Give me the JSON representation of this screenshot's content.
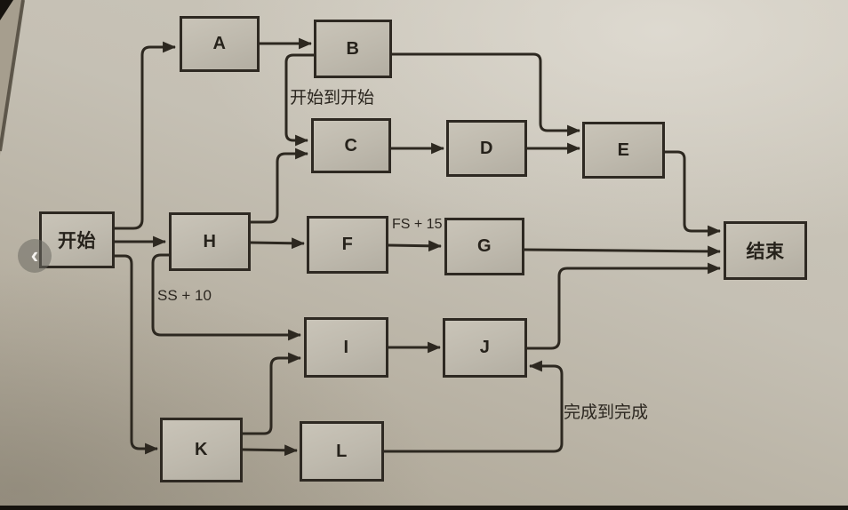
{
  "diagram": {
    "nodes": {
      "start": {
        "label": "开始"
      },
      "a": {
        "label": "A"
      },
      "b": {
        "label": "B"
      },
      "c": {
        "label": "C"
      },
      "d": {
        "label": "D"
      },
      "e": {
        "label": "E"
      },
      "f": {
        "label": "F"
      },
      "g": {
        "label": "G"
      },
      "h": {
        "label": "H"
      },
      "i": {
        "label": "I"
      },
      "j": {
        "label": "J"
      },
      "k": {
        "label": "K"
      },
      "l": {
        "label": "L"
      },
      "end": {
        "label": "结束"
      }
    },
    "edge_labels": {
      "ss_bc": "开始到开始",
      "fs_fg": "FS + 15",
      "ss_hi": "SS + 10",
      "ff_lj": "完成到完成"
    },
    "edges": [
      {
        "from": "开始",
        "to": "A",
        "type": "FS"
      },
      {
        "from": "开始",
        "to": "H",
        "type": "FS"
      },
      {
        "from": "开始",
        "to": "K",
        "type": "FS"
      },
      {
        "from": "A",
        "to": "B",
        "type": "FS"
      },
      {
        "from": "B",
        "to": "C",
        "type": "SS",
        "label": "开始到开始"
      },
      {
        "from": "B",
        "to": "E",
        "type": "FS"
      },
      {
        "from": "H",
        "to": "C",
        "type": "FS"
      },
      {
        "from": "C",
        "to": "D",
        "type": "FS"
      },
      {
        "from": "D",
        "to": "E",
        "type": "FS"
      },
      {
        "from": "H",
        "to": "F",
        "type": "FS"
      },
      {
        "from": "F",
        "to": "G",
        "type": "FS",
        "label": "FS + 15"
      },
      {
        "from": "H",
        "to": "I",
        "type": "SS",
        "label": "SS + 10"
      },
      {
        "from": "K",
        "to": "I",
        "type": "FS"
      },
      {
        "from": "K",
        "to": "L",
        "type": "FS"
      },
      {
        "from": "I",
        "to": "J",
        "type": "FS"
      },
      {
        "from": "L",
        "to": "J",
        "type": "FF",
        "label": "完成到完成"
      },
      {
        "from": "E",
        "to": "结束",
        "type": "FS"
      },
      {
        "from": "G",
        "to": "结束",
        "type": "FS"
      },
      {
        "from": "J",
        "to": "结束",
        "type": "FS"
      }
    ]
  },
  "overlay": {
    "back_button": "‹"
  },
  "colors": {
    "line": "#2d2820",
    "box_border": "#2e2922",
    "paper": "#c5c0b4",
    "ink": "#26221b",
    "photo_edge": "#16130e"
  }
}
